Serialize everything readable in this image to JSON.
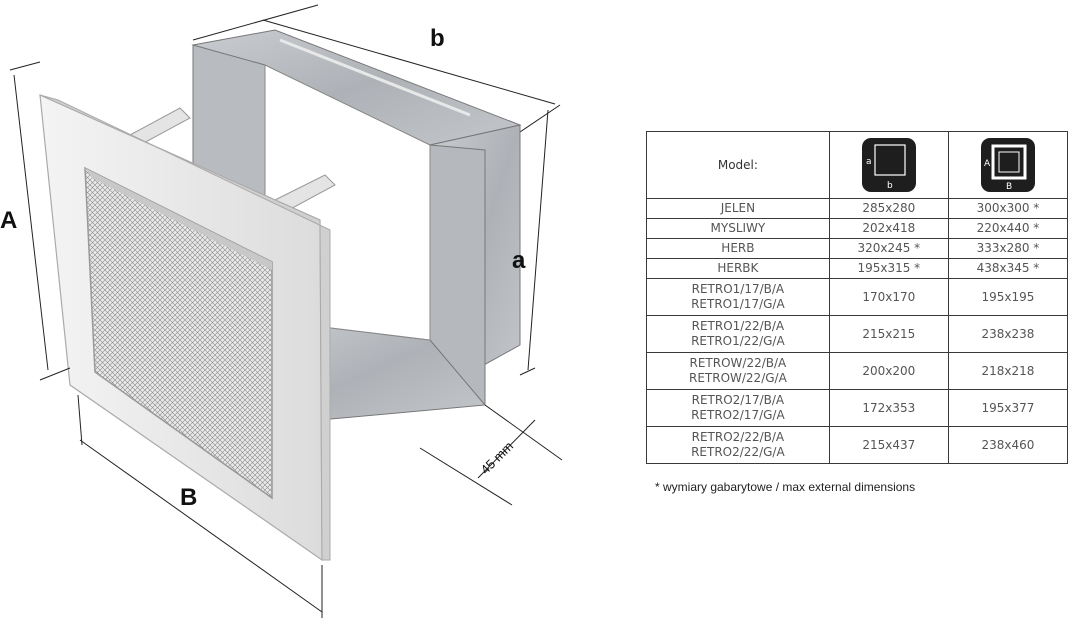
{
  "figure": {
    "labels": {
      "A": "A",
      "B": "B",
      "a": "a",
      "b": "b",
      "depth": "45 mm"
    }
  },
  "table": {
    "header": {
      "model": "Model:",
      "icon_inner": {
        "side": "a",
        "bottom": "b"
      },
      "icon_outer": {
        "side": "A",
        "bottom": "B"
      }
    },
    "rows": [
      {
        "models": [
          "JELEN"
        ],
        "inner": "285x280",
        "outer": "300x300 *"
      },
      {
        "models": [
          "MYSLIWY"
        ],
        "inner": "202x418",
        "outer": "220x440 *"
      },
      {
        "models": [
          "HERB"
        ],
        "inner": "320x245 *",
        "outer": "333x280 *"
      },
      {
        "models": [
          "HERBK"
        ],
        "inner": "195x315 *",
        "outer": "438x345 *"
      },
      {
        "models": [
          "RETRO1/17/B/A",
          "RETRO1/17/G/A"
        ],
        "inner": "170x170",
        "outer": "195x195"
      },
      {
        "models": [
          "RETRO1/22/B/A",
          "RETRO1/22/G/A"
        ],
        "inner": "215x215",
        "outer": "238x238"
      },
      {
        "models": [
          "RETROW/22/B/A",
          "RETROW/22/G/A"
        ],
        "inner": "200x200",
        "outer": "218x218"
      },
      {
        "models": [
          "RETRO2/17/B/A",
          "RETRO2/17/G/A"
        ],
        "inner": "172x353",
        "outer": "195x377"
      },
      {
        "models": [
          "RETRO2/22/B/A",
          "RETRO2/22/G/A"
        ],
        "inner": "215x437",
        "outer": "238x460"
      }
    ]
  },
  "footnote": "* wymiary gabarytowe / max external dimensions"
}
